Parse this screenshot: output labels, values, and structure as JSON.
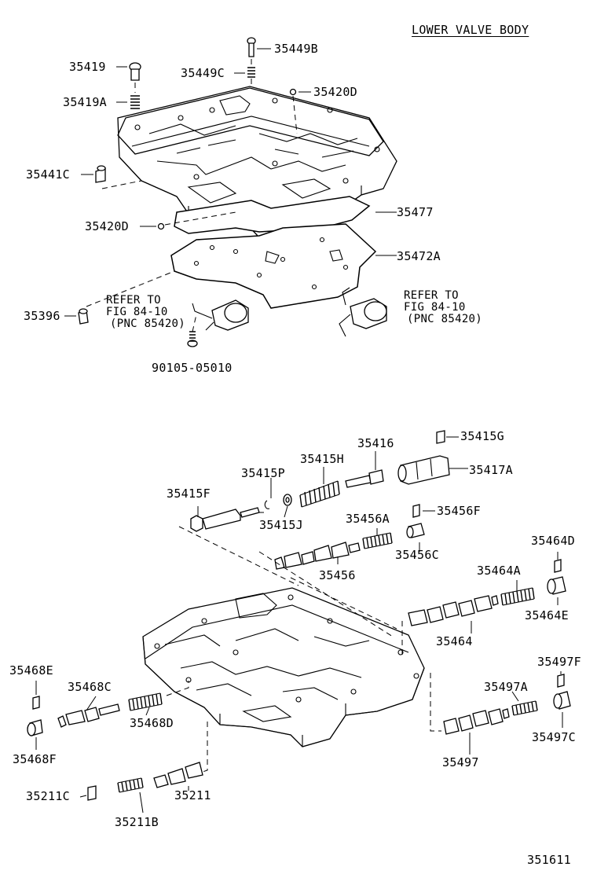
{
  "title": "LOWER VALVE BODY",
  "illustration_number": "351611",
  "upper_group": {
    "part_labels": {
      "p35449B": "35449B",
      "p35419": "35419",
      "p35449C": "35449C",
      "p35420D_top": "35420D",
      "p35419A": "35419A",
      "p35441C": "35441C",
      "p35477": "35477",
      "p35420D_mid": "35420D",
      "p35472A": "35472A",
      "p35396": "35396",
      "p90105": "90105-05010"
    },
    "refer_left": {
      "line1": "REFER TO",
      "line2": "FIG 84-10",
      "line3": "(PNC 85420)"
    },
    "refer_right": {
      "line1": "REFER TO",
      "line2": "FIG 84-10",
      "line3": "(PNC 85420)"
    }
  },
  "lower_group": {
    "part_labels": {
      "p35416": "35416",
      "p35415G": "35415G",
      "p35415H": "35415H",
      "p35417A": "35417A",
      "p35415P": "35415P",
      "p35415F": "35415F",
      "p35415J": "35415J",
      "p35456A": "35456A",
      "p35456F": "35456F",
      "p35456C": "35456C",
      "p35456": "35456",
      "p35464D": "35464D",
      "p35464A": "35464A",
      "p35464E": "35464E",
      "p35464": "35464",
      "p35497F": "35497F",
      "p35468E": "35468E",
      "p35468C": "35468C",
      "p35497A": "35497A",
      "p35468D": "35468D",
      "p35497C": "35497C",
      "p35468F": "35468F",
      "p35497": "35497",
      "p35211": "35211",
      "p35211C": "35211C",
      "p35211B": "35211B"
    }
  }
}
